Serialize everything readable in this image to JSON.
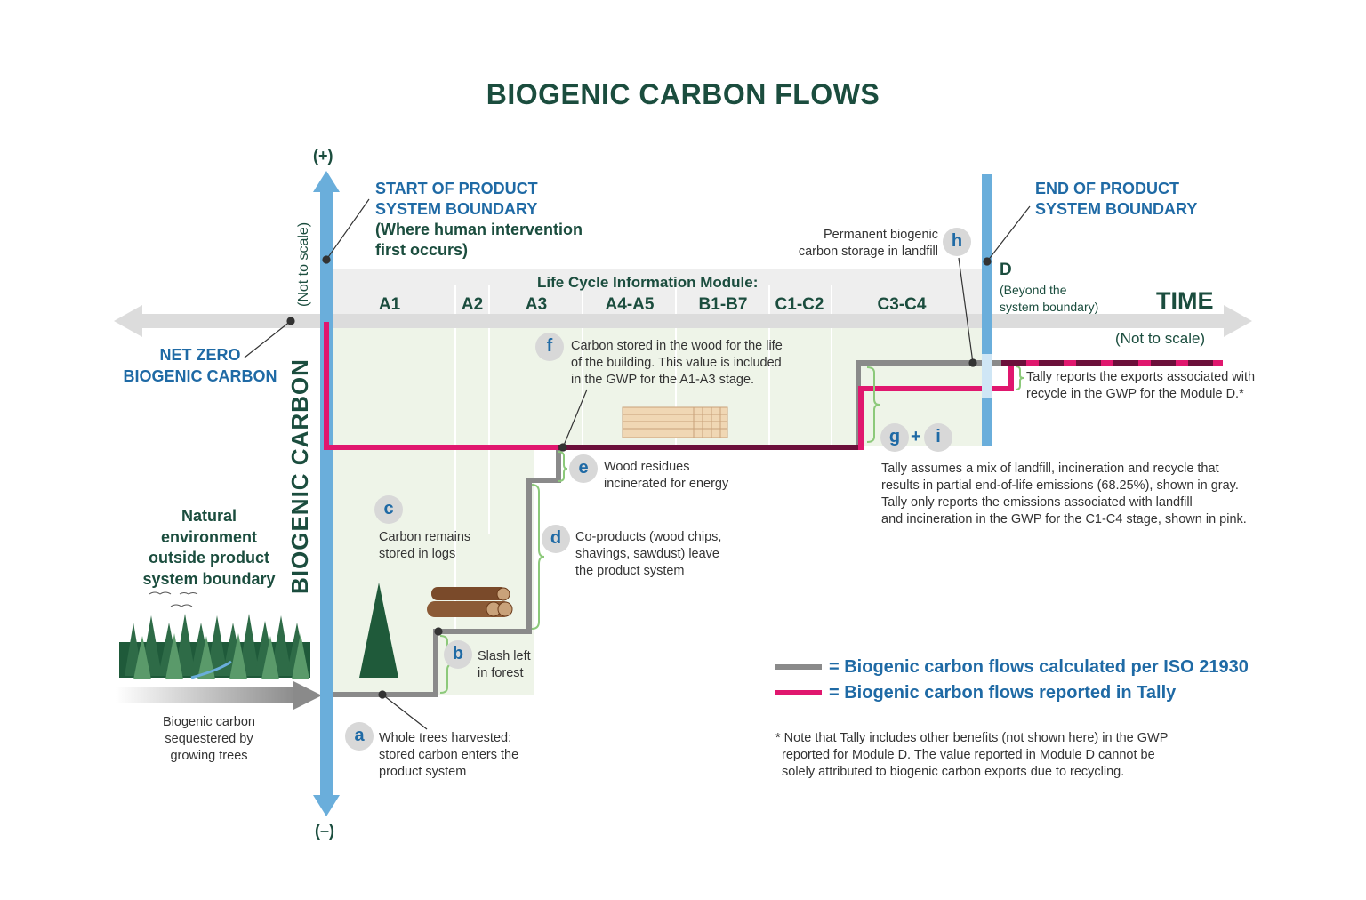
{
  "title": "BIOGENIC CARBON FLOWS",
  "y_axis": {
    "plus": "(+)",
    "minus": "(–)",
    "label": "BIOGENIC CARBON",
    "not_to_scale": "(Not to scale)"
  },
  "x_axis": {
    "label": "TIME",
    "not_to_scale": "(Not to scale)"
  },
  "net_zero": [
    "NET ZERO",
    "BIOGENIC CARBON"
  ],
  "start_boundary": [
    "START OF PRODUCT",
    "SYSTEM BOUNDARY",
    "(Where human intervention",
    "first occurs)"
  ],
  "end_boundary": [
    "END OF PRODUCT",
    "SYSTEM BOUNDARY"
  ],
  "module_header": "Life Cycle Information Module:",
  "modules": [
    "A1",
    "A2",
    "A3",
    "A4-A5",
    "B1-B7",
    "C1-C2",
    "C3-C4"
  ],
  "module_d": {
    "label": "D",
    "note": [
      "(Beyond the",
      "system boundary)"
    ]
  },
  "natural_env": [
    "Natural",
    "environment",
    "outside product",
    "system boundary"
  ],
  "sequestered": [
    "Biogenic carbon",
    "sequestered by",
    "growing trees"
  ],
  "annotations": {
    "a": {
      "badge": "a",
      "lines": [
        "Whole trees harvested;",
        "stored carbon enters the",
        "product system"
      ]
    },
    "b": {
      "badge": "b",
      "lines": [
        "Slash left",
        "in forest"
      ]
    },
    "c": {
      "badge": "c",
      "lines": [
        "Carbon remains",
        "stored in logs"
      ]
    },
    "d": {
      "badge": "d",
      "lines": [
        "Co-products (wood chips,",
        "shavings, sawdust) leave",
        "the product system"
      ]
    },
    "e": {
      "badge": "e",
      "lines": [
        "Wood residues",
        "incinerated for energy"
      ]
    },
    "f": {
      "badge": "f",
      "lines": [
        "Carbon stored in the wood for the life",
        "of the building. This value is included",
        "in the GWP for the A1-A3 stage."
      ]
    },
    "h": {
      "badge": "h",
      "lines": [
        "Permanent biogenic",
        "carbon storage in landfill"
      ]
    },
    "gi": {
      "badge_g": "g",
      "plus": "+",
      "badge_i": "i",
      "lines": [
        "Tally assumes a mix of landfill, incineration and recycle that",
        "results in partial end-of-life emissions (68.25%), shown in gray.",
        "Tally only reports the emissions associated with landfill",
        "and incineration in the GWP for the C1-C4 stage, shown in pink."
      ]
    },
    "export": {
      "lines": [
        "Tally reports the exports associated with",
        "recycle in the GWP for the Module D.*"
      ]
    }
  },
  "legend": {
    "gray": "= Biogenic carbon flows calculated per ISO 21930",
    "pink": "= Biogenic carbon flows reported in Tally"
  },
  "footnote": [
    "* Note that Tally includes other benefits (not shown here) in the GWP",
    "reported for Module D. The value reported in Module D cannot be",
    "solely attributed to biogenic carbon exports due to recycling."
  ],
  "colors": {
    "gray_flow": "#8a8a8a",
    "pink_flow": "#e0176e",
    "maroon_overlap": "#6b0f3a",
    "axis_blue": "#6aaedb",
    "title_green": "#1b4d3e",
    "label_blue": "#1f6aa5",
    "brace_green": "#8cc97a"
  }
}
